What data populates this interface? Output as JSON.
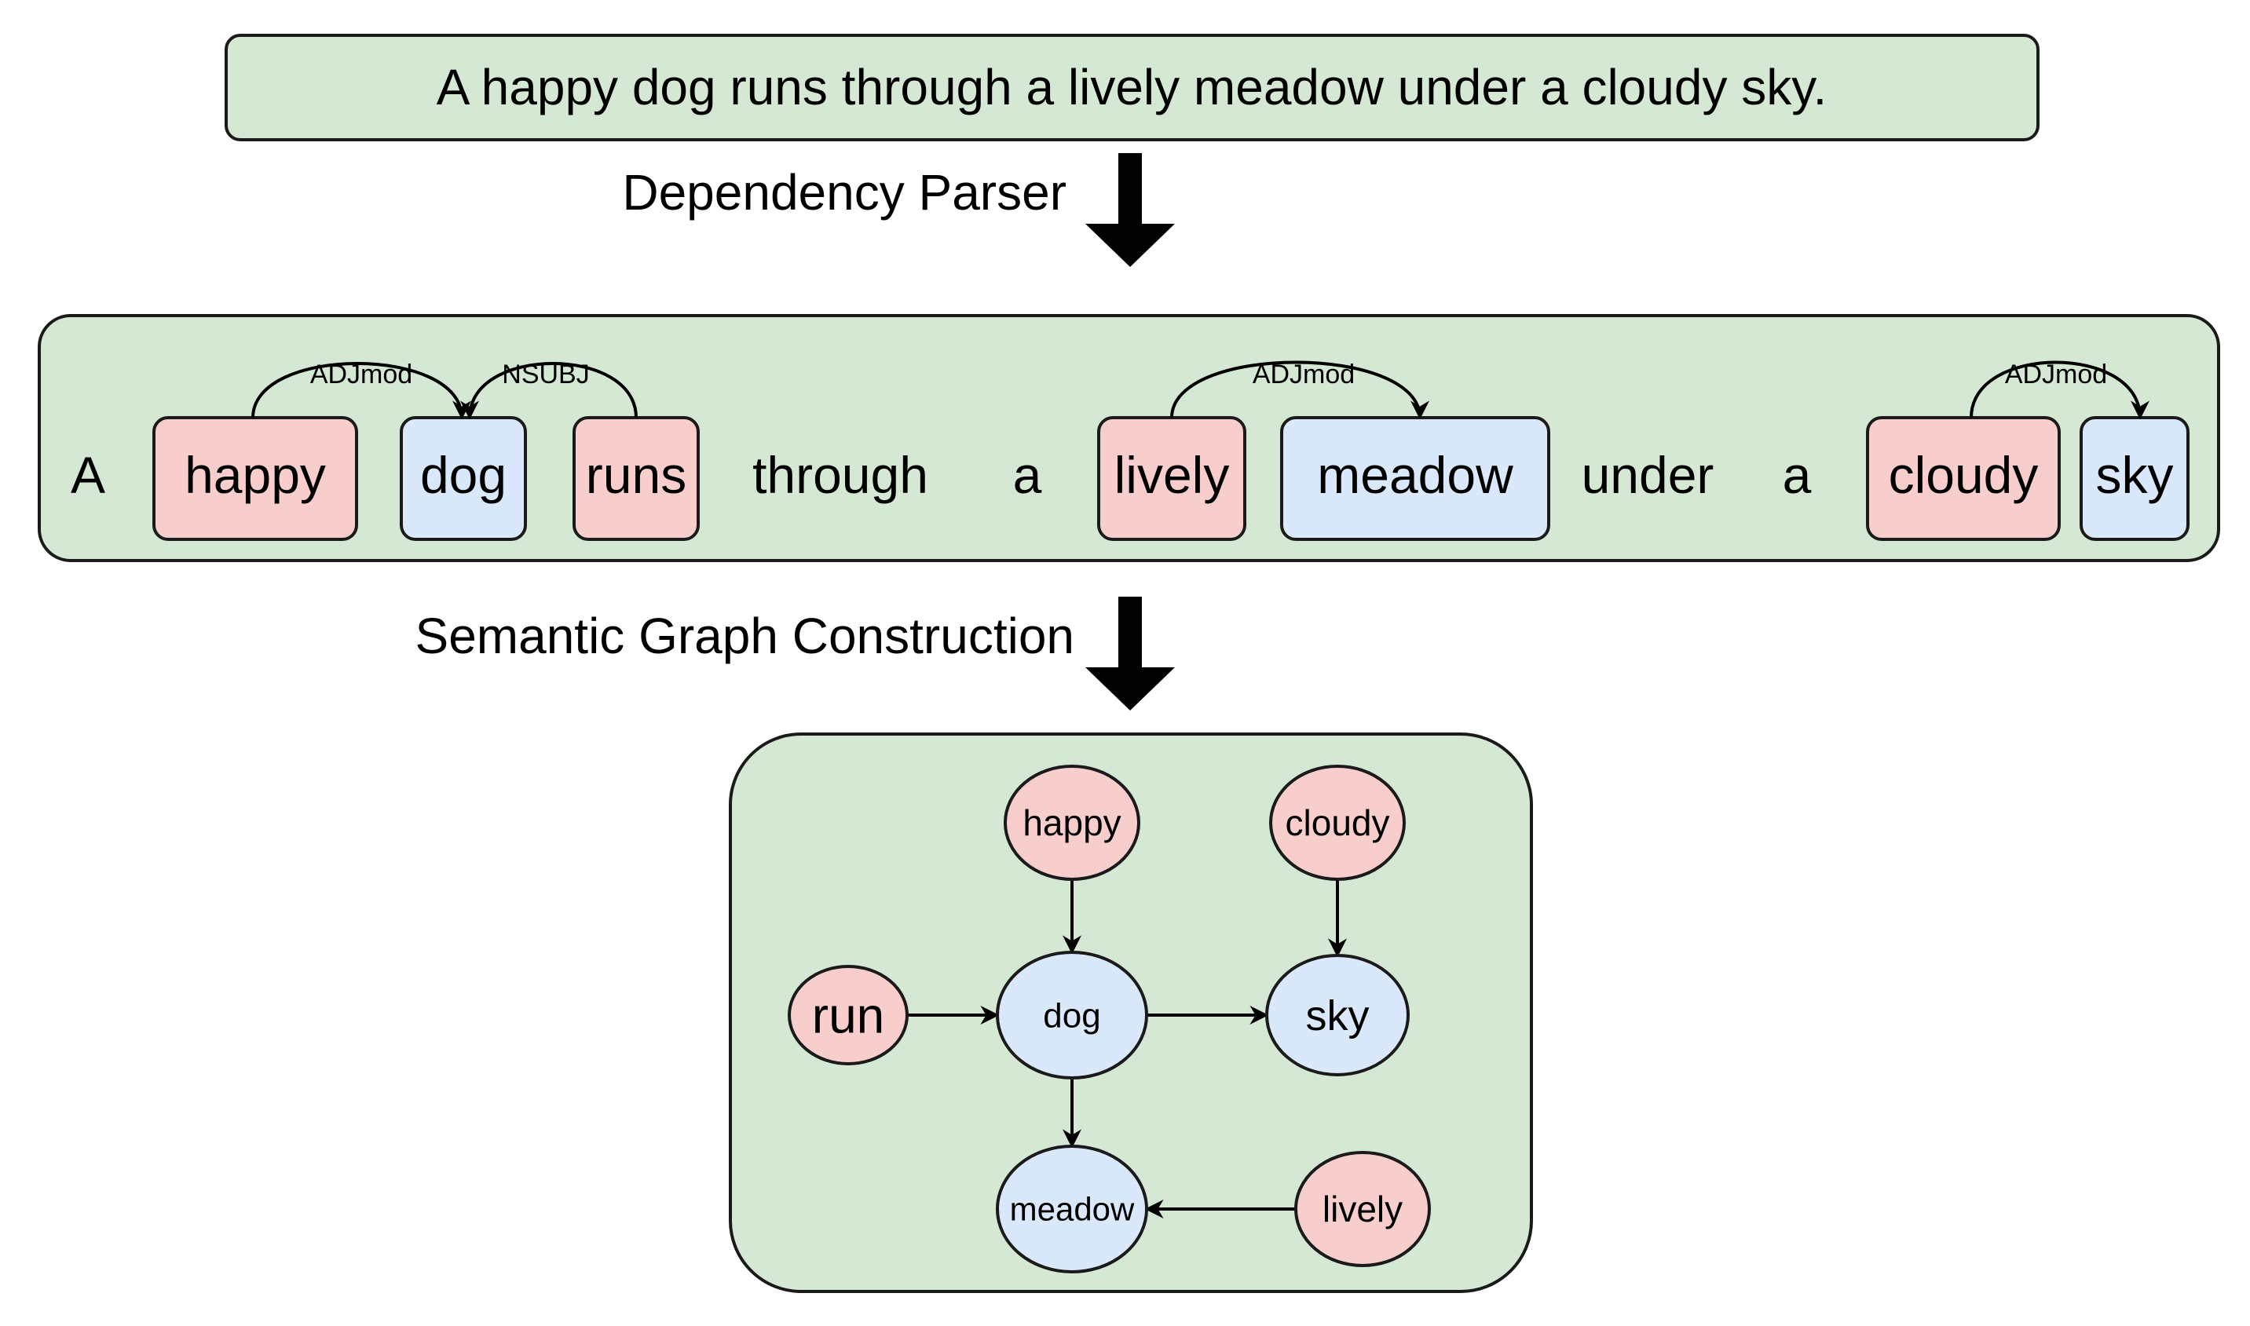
{
  "sentence": "A happy dog runs through a lively meadow under a cloudy sky.",
  "step1_label": "Dependency Parser",
  "step2_label": "Semantic Graph Construction",
  "colors": {
    "panel": "#d5e8d4",
    "modifier": "#f8cecc",
    "noun": "#dae8fc"
  },
  "tokens": [
    {
      "text": "A",
      "kind": "plain"
    },
    {
      "text": "happy",
      "kind": "modifier"
    },
    {
      "text": "dog",
      "kind": "noun"
    },
    {
      "text": "runs",
      "kind": "modifier"
    },
    {
      "text": "through",
      "kind": "plain"
    },
    {
      "text": "a",
      "kind": "plain"
    },
    {
      "text": "lively",
      "kind": "modifier"
    },
    {
      "text": "meadow",
      "kind": "noun"
    },
    {
      "text": "under",
      "kind": "plain"
    },
    {
      "text": "a",
      "kind": "plain"
    },
    {
      "text": "cloudy",
      "kind": "modifier"
    },
    {
      "text": "sky",
      "kind": "noun"
    }
  ],
  "dependencies": [
    {
      "from": "happy",
      "to": "dog",
      "label": "ADJmod"
    },
    {
      "from": "runs",
      "to": "dog",
      "label": "NSUBJ"
    },
    {
      "from": "lively",
      "to": "meadow",
      "label": "ADJmod"
    },
    {
      "from": "cloudy",
      "to": "sky",
      "label": "ADJmod"
    }
  ],
  "graph": {
    "nodes": [
      {
        "id": "happy",
        "label": "happy",
        "kind": "modifier"
      },
      {
        "id": "cloudy",
        "label": "cloudy",
        "kind": "modifier"
      },
      {
        "id": "run",
        "label": "run",
        "kind": "modifier"
      },
      {
        "id": "dog",
        "label": "dog",
        "kind": "noun"
      },
      {
        "id": "sky",
        "label": "sky",
        "kind": "noun"
      },
      {
        "id": "meadow",
        "label": "meadow",
        "kind": "noun"
      },
      {
        "id": "lively",
        "label": "lively",
        "kind": "modifier"
      }
    ],
    "edges": [
      {
        "from": "happy",
        "to": "dog"
      },
      {
        "from": "cloudy",
        "to": "sky"
      },
      {
        "from": "run",
        "to": "dog"
      },
      {
        "from": "dog",
        "to": "sky"
      },
      {
        "from": "dog",
        "to": "meadow"
      },
      {
        "from": "lively",
        "to": "meadow"
      }
    ]
  }
}
